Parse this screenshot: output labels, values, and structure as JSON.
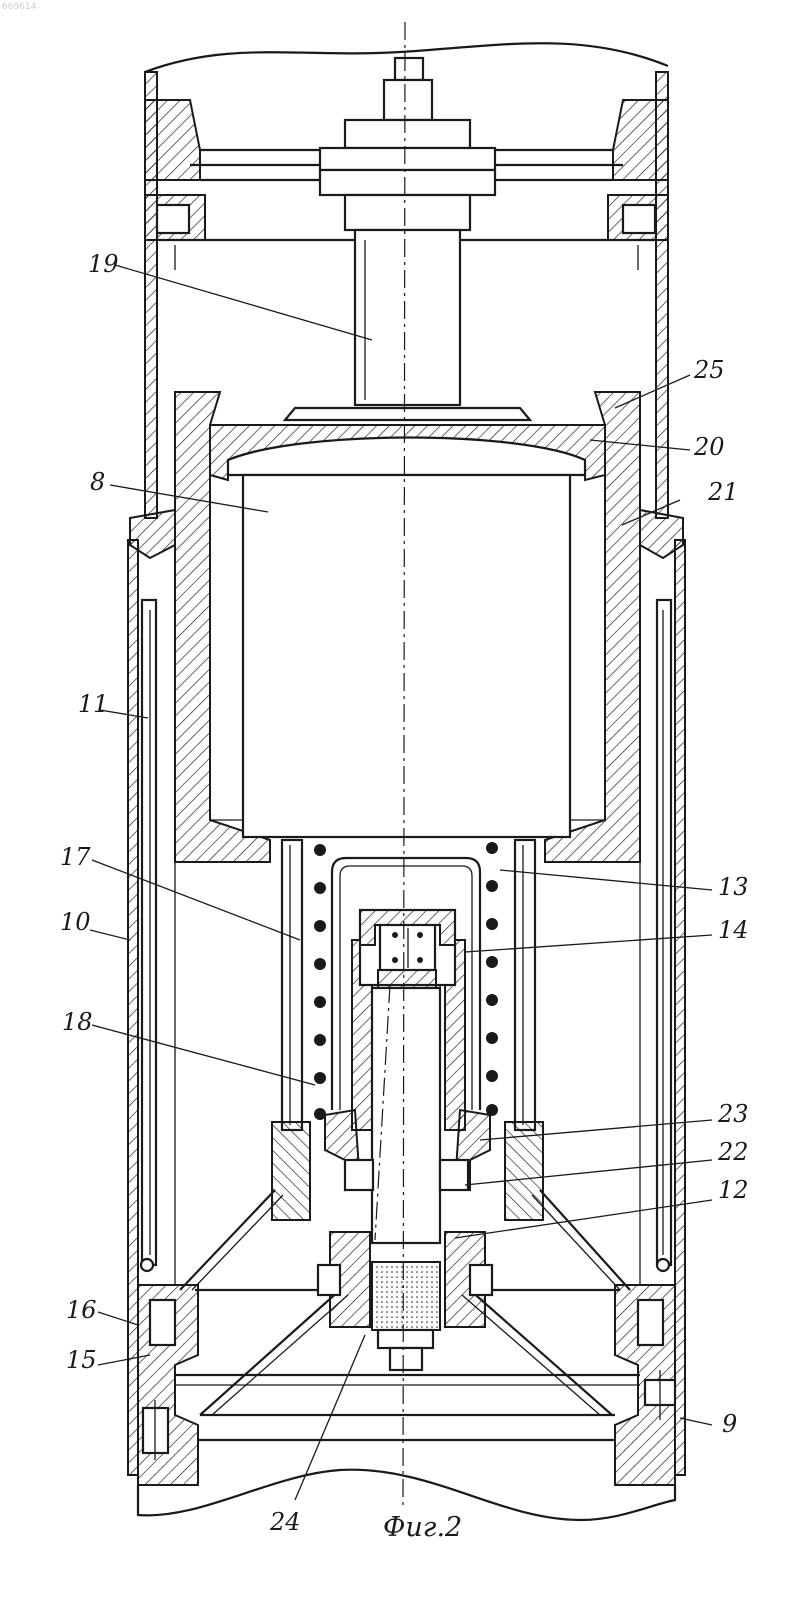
{
  "document_id": "669614",
  "caption": "Фиг.2",
  "labels": [
    {
      "id": "19",
      "text": "19"
    },
    {
      "id": "25",
      "text": "25"
    },
    {
      "id": "20",
      "text": "20"
    },
    {
      "id": "8",
      "text": "8"
    },
    {
      "id": "21",
      "text": "21"
    },
    {
      "id": "11",
      "text": "11"
    },
    {
      "id": "17",
      "text": "17"
    },
    {
      "id": "13",
      "text": "13"
    },
    {
      "id": "10",
      "text": "10"
    },
    {
      "id": "14",
      "text": "14"
    },
    {
      "id": "18",
      "text": "18"
    },
    {
      "id": "23",
      "text": "23"
    },
    {
      "id": "22",
      "text": "22"
    },
    {
      "id": "12",
      "text": "12"
    },
    {
      "id": "16",
      "text": "16"
    },
    {
      "id": "15",
      "text": "15"
    },
    {
      "id": "9",
      "text": "9"
    },
    {
      "id": "24",
      "text": "24"
    }
  ]
}
